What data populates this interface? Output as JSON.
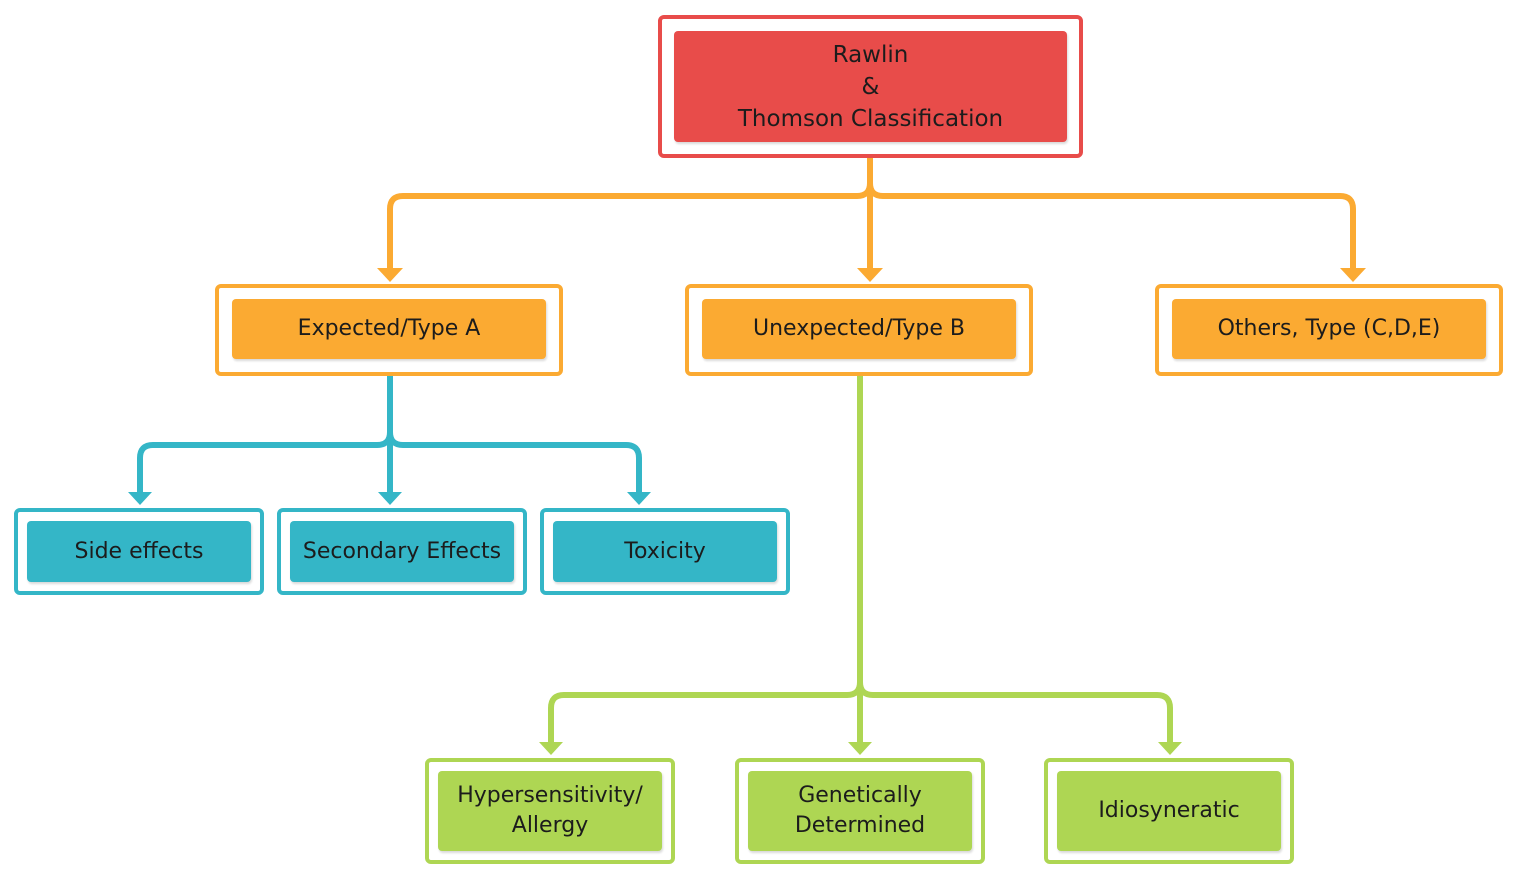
{
  "colors": {
    "root": "#e84c4a",
    "level1": "#fbaa32",
    "type_a_children": "#34b6c7",
    "type_b_children": "#aed653"
  },
  "root": {
    "label": "Rawlin\n&\nThomson Classification"
  },
  "level1": [
    {
      "label": "Expected/Type A"
    },
    {
      "label": "Unexpected/Type B"
    },
    {
      "label": "Others, Type (C,D,E)"
    }
  ],
  "type_a_children": [
    {
      "label": "Side effects"
    },
    {
      "label": "Secondary Effects"
    },
    {
      "label": "Toxicity"
    }
  ],
  "type_b_children": [
    {
      "label": "Hypersensitivity/\nAllergy"
    },
    {
      "label": "Genetically\nDetermined"
    },
    {
      "label": "Idiosyneratic"
    }
  ]
}
